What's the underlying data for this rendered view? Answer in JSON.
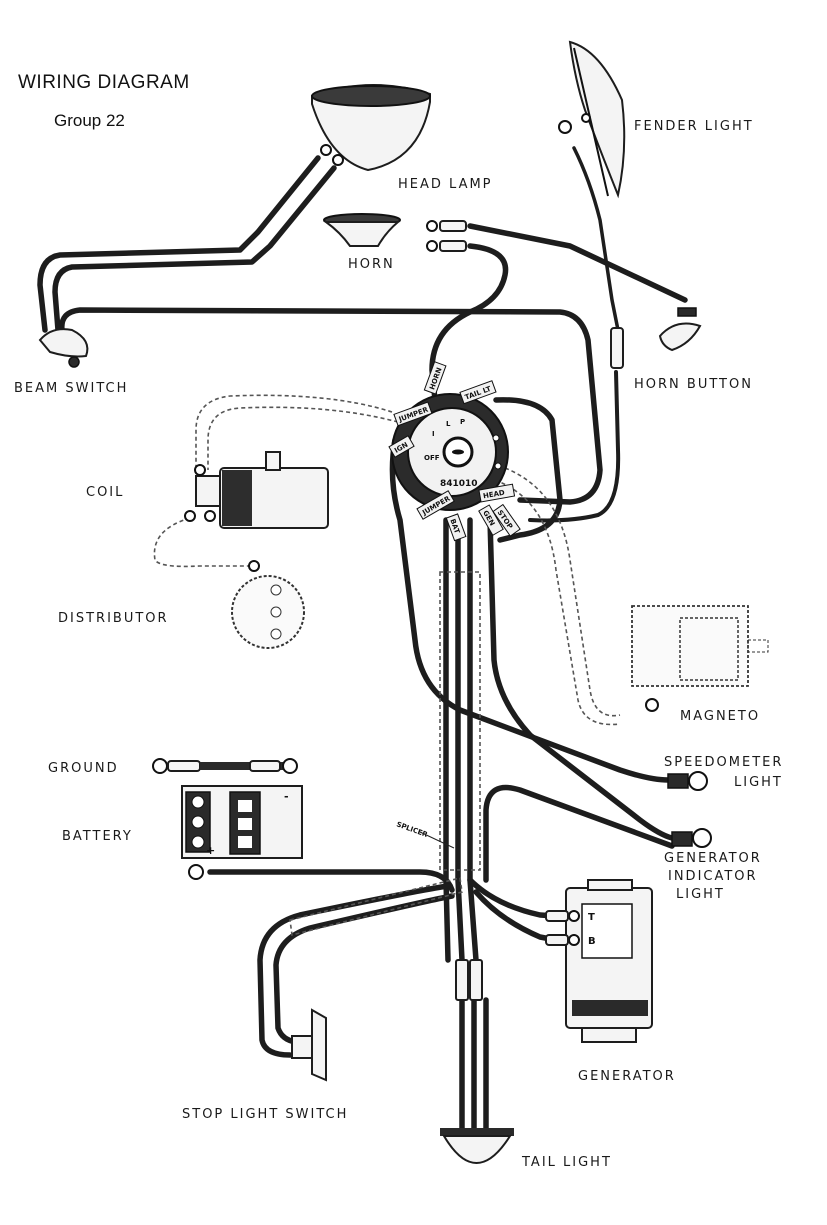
{
  "title": "WIRING DIAGRAM",
  "subtitle": "Group 22",
  "labels": {
    "head_lamp": "HEAD LAMP",
    "horn": "HORN",
    "fender_light": "FENDER LIGHT",
    "beam_switch": "BEAM SWITCH",
    "horn_button": "HORN BUTTON",
    "coil": "COIL",
    "distributor": "DISTRIBUTOR",
    "magneto": "MAGNETO",
    "speedometer_light_1": "SPEEDOMETER",
    "speedometer_light_2": "LIGHT",
    "ground": "GROUND",
    "battery": "BATTERY",
    "generator_indicator_1": "GENERATOR",
    "generator_indicator_2": "INDICATOR",
    "generator_indicator_3": "LIGHT",
    "generator": "GENERATOR",
    "stop_light_switch": "STOP LIGHT SWITCH",
    "tail_light": "TAIL LIGHT",
    "splicer": "SPLICER"
  },
  "switch": {
    "model": "841010",
    "positions": [
      "OFF",
      "I",
      "L",
      "P"
    ],
    "terminals": [
      "HORN",
      "TAIL LT",
      "JUMPER",
      "IGN",
      "HEAD",
      "GEN",
      "JUMPER",
      "BAT",
      "STOP"
    ]
  },
  "generator_terminals": [
    "T",
    "B"
  ],
  "battery_polarity": [
    "+",
    "-"
  ]
}
